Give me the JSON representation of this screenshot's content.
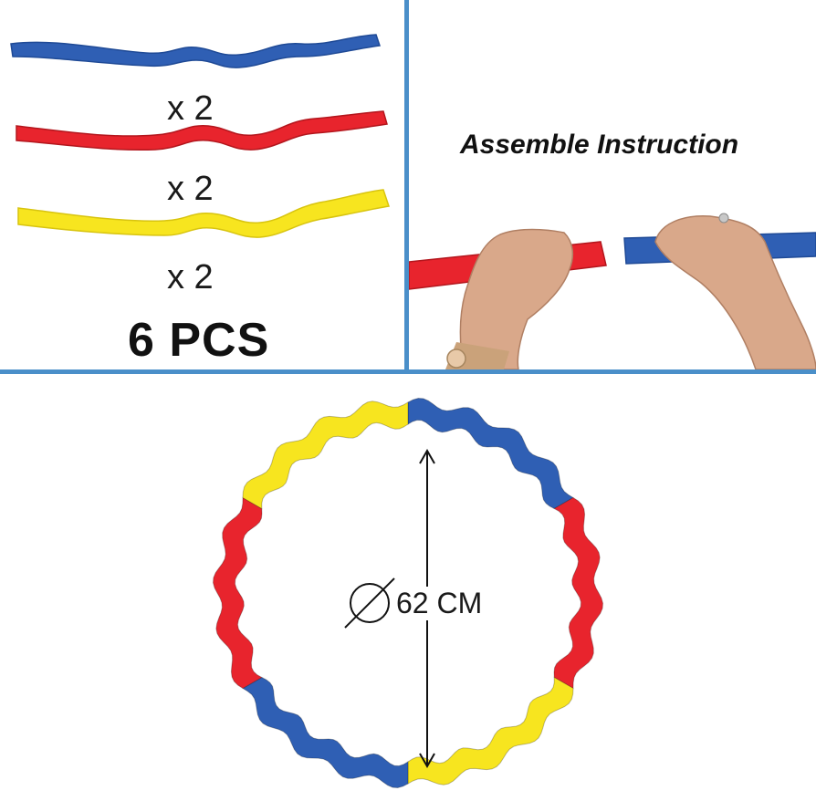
{
  "pieces_panel": {
    "pieces": [
      {
        "color_name": "blue",
        "color": "#2f5fb4",
        "quantity_label": "x 2"
      },
      {
        "color_name": "red",
        "color": "#e8242d",
        "quantity_label": "x 2"
      },
      {
        "color_name": "yellow",
        "color": "#f7e51f",
        "quantity_label": "x 2"
      }
    ],
    "total_label": "6 PCS"
  },
  "assembly_panel": {
    "title": "Assemble Instruction"
  },
  "hoop_panel": {
    "diameter_label": "62 CM",
    "diameter_icon": "diameter-symbol-icon",
    "segment_colors": [
      "#f7e51f",
      "#2f5fb4",
      "#e8242d",
      "#f7e51f",
      "#2f5fb4",
      "#e8242d"
    ]
  },
  "colors": {
    "divider": "#4a8fc9",
    "background": "#ffffff"
  }
}
